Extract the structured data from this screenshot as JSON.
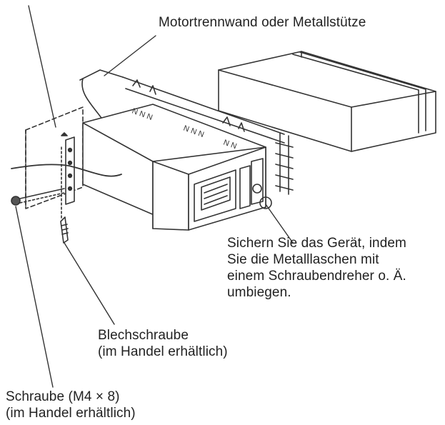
{
  "labels": {
    "bulkhead": "Motortrennwand oder Metallstütze",
    "secure_lines": [
      "Sichern Sie das Gerät, indem",
      "Sie die Metalllaschen mit",
      "einem Schraubendreher o. Ä.",
      "umbiegen."
    ],
    "sheet_screw_lines": [
      "Blechschraube",
      "(im Handel erhältlich)"
    ],
    "screw_lines": [
      "Schraube (M4 × 8)",
      "(im Handel erhältlich)"
    ]
  },
  "colors": {
    "line": "#333333",
    "fill": "#ffffff"
  }
}
